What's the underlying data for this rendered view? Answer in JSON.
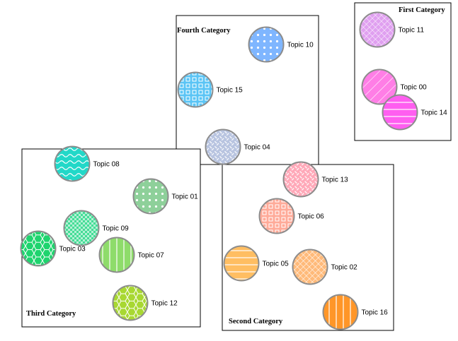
{
  "categories": [
    {
      "id": "cat-first",
      "label": "First Category"
    },
    {
      "id": "cat-fourth",
      "label": "Fourth Category"
    },
    {
      "id": "cat-third",
      "label": "Third Category"
    },
    {
      "id": "cat-second",
      "label": "Second Category"
    }
  ],
  "topics": [
    {
      "id": "t11",
      "label": "Topic 11",
      "category": "First Category",
      "color": "#e0a0f0",
      "pattern": "crosshatch"
    },
    {
      "id": "t00",
      "label": "Topic 00",
      "category": "First Category",
      "color": "#ff7ee6",
      "pattern": "diagonal"
    },
    {
      "id": "t14",
      "label": "Topic 14",
      "category": "First Category",
      "color": "#ff5ef0",
      "pattern": "horizontal"
    },
    {
      "id": "t10",
      "label": "Topic 10",
      "category": "Fourth Category",
      "color": "#7fb6ff",
      "pattern": "dots"
    },
    {
      "id": "t15",
      "label": "Topic 15",
      "category": "Fourth Category",
      "color": "#5ac4f5",
      "pattern": "squares"
    },
    {
      "id": "t04",
      "label": "Topic 04",
      "category": "Fourth Category",
      "color": "#b8c4e0",
      "pattern": "weave"
    },
    {
      "id": "t08",
      "label": "Topic 08",
      "category": "Third Category",
      "color": "#22d8c8",
      "pattern": "waves"
    },
    {
      "id": "t01",
      "label": "Topic 01",
      "category": "Third Category",
      "color": "#8ed09a",
      "pattern": "dots"
    },
    {
      "id": "t09",
      "label": "Topic 09",
      "category": "Third Category",
      "color": "#44dc96",
      "pattern": "checker"
    },
    {
      "id": "t03",
      "label": "Topic 03",
      "category": "Third Category",
      "color": "#1ed46e",
      "pattern": "hex"
    },
    {
      "id": "t07",
      "label": "Topic 07",
      "category": "Third Category",
      "color": "#8edc6a",
      "pattern": "vertical"
    },
    {
      "id": "t12",
      "label": "Topic 12",
      "category": "Third Category",
      "color": "#a8d832",
      "pattern": "hex"
    },
    {
      "id": "t13",
      "label": "Topic 13",
      "category": "Second Category",
      "color": "#ffa8b8",
      "pattern": "weave"
    },
    {
      "id": "t06",
      "label": "Topic 06",
      "category": "Second Category",
      "color": "#ffaa98",
      "pattern": "squares"
    },
    {
      "id": "t05",
      "label": "Topic 05",
      "category": "Second Category",
      "color": "#ffbe62",
      "pattern": "horizontal"
    },
    {
      "id": "t02",
      "label": "Topic 02",
      "category": "Second Category",
      "color": "#ffba7a",
      "pattern": "crosshatch"
    },
    {
      "id": "t16",
      "label": "Topic 16",
      "category": "Second Category",
      "color": "#ff9628",
      "pattern": "vertical"
    }
  ],
  "colors": {
    "box_stroke": "#000000",
    "bubble_stroke": "#8c8c8c",
    "pattern_stroke": "#ffffff"
  }
}
